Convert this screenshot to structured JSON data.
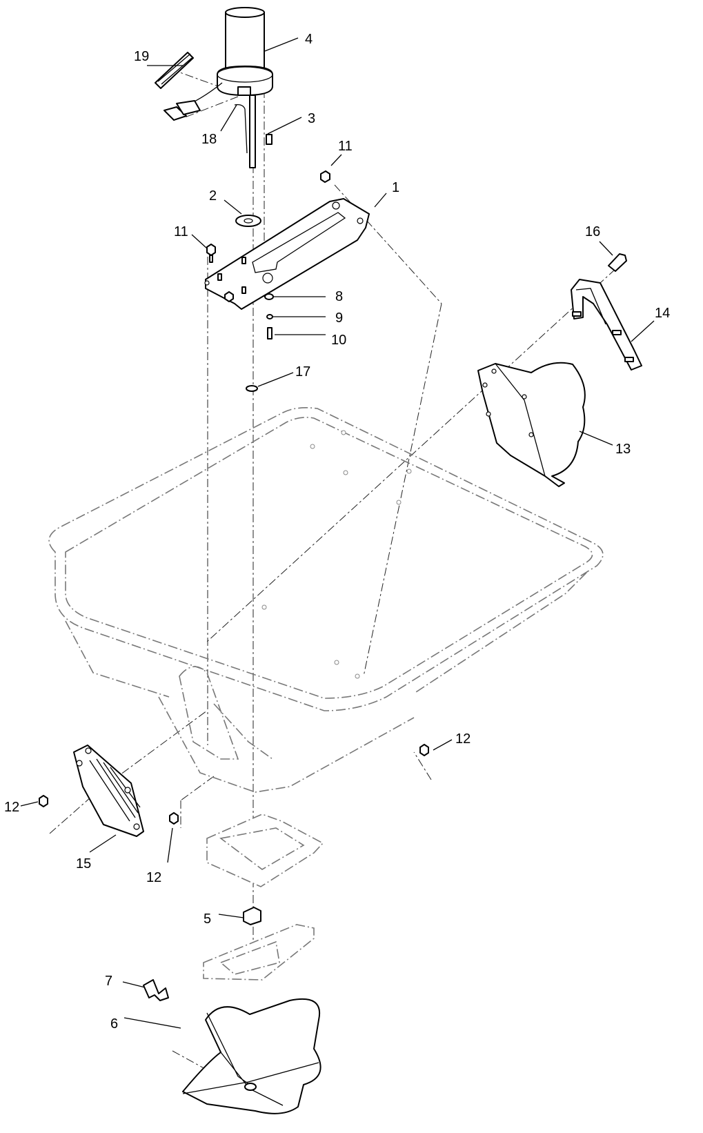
{
  "callouts": [
    {
      "id": "c1",
      "text": "1"
    },
    {
      "id": "c2",
      "text": "2"
    },
    {
      "id": "c3",
      "text": "3"
    },
    {
      "id": "c4",
      "text": "4"
    },
    {
      "id": "c5",
      "text": "5"
    },
    {
      "id": "c6",
      "text": "6"
    },
    {
      "id": "c7",
      "text": "7"
    },
    {
      "id": "c8",
      "text": "8"
    },
    {
      "id": "c9",
      "text": "9"
    },
    {
      "id": "c10",
      "text": "10"
    },
    {
      "id": "c11a",
      "text": "11"
    },
    {
      "id": "c11b",
      "text": "11"
    },
    {
      "id": "c12a",
      "text": "12"
    },
    {
      "id": "c12b",
      "text": "12"
    },
    {
      "id": "c12c",
      "text": "12"
    },
    {
      "id": "c13",
      "text": "13"
    },
    {
      "id": "c14",
      "text": "14"
    },
    {
      "id": "c15",
      "text": "15"
    },
    {
      "id": "c16",
      "text": "16"
    },
    {
      "id": "c17",
      "text": "17"
    },
    {
      "id": "c18",
      "text": "18"
    },
    {
      "id": "c19",
      "text": "19"
    }
  ]
}
